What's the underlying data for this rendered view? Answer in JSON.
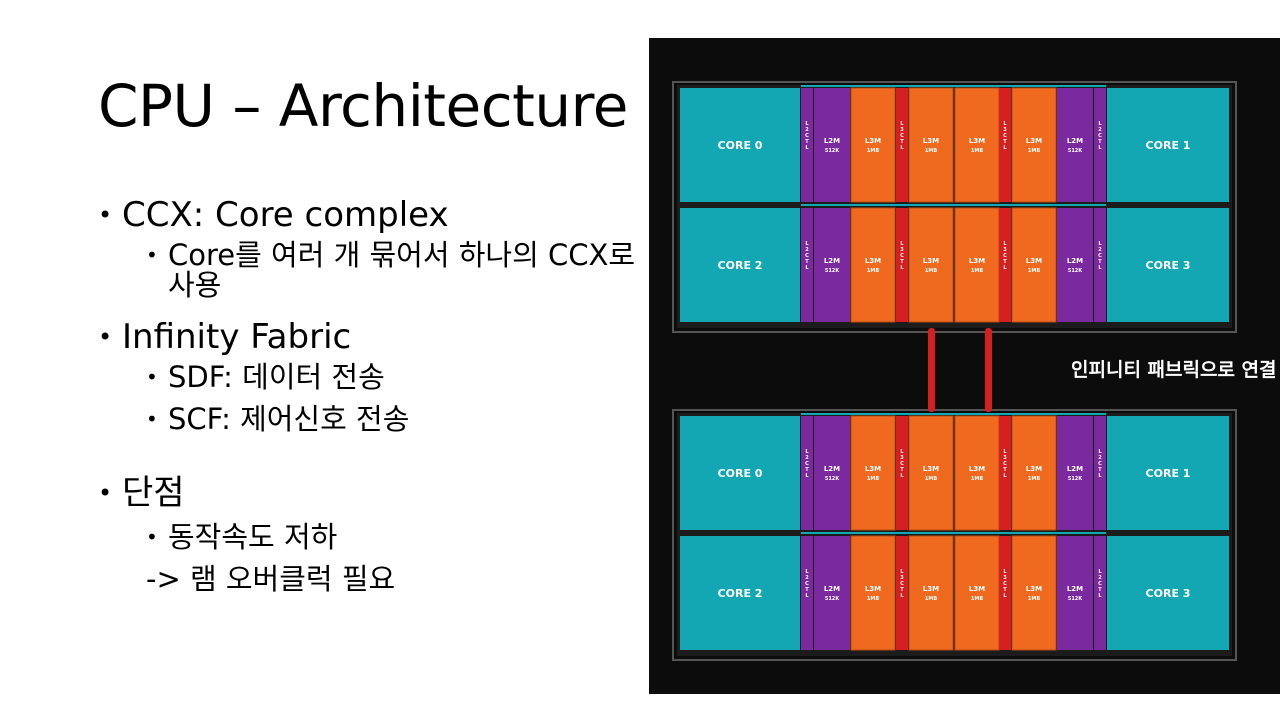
{
  "slide": {
    "title": "CPU – Architecture",
    "bullets": [
      {
        "text": "CCX: Core complex",
        "sub": [
          "Core를 여러 개 묶어서 하나의 CCX로 사용"
        ]
      },
      {
        "text": "Infinity Fabric",
        "sub": [
          "SDF: 데이터 전송",
          "SCF: 제어신호 전송"
        ]
      },
      {
        "text": "단점",
        "sub": [
          "동작속도 저하"
        ],
        "note": "-> 램 오버클럭 필요"
      }
    ]
  },
  "diagram": {
    "link_label": "인피니티 패브릭으로 연결",
    "core_labels": [
      "CORE 0",
      "CORE 1",
      "CORE 2",
      "CORE 3"
    ],
    "l2_label": "L2M",
    "l2_size": "512K",
    "l3_label": "L3M",
    "l3_size": "1MB",
    "ctl_label": "L2CTL",
    "l3ctl_label": "L3CTL",
    "colors": {
      "core": "#12a7b3",
      "l2": "#7a2a9e",
      "l3": "#ef6a1e",
      "ctl": "#d42020",
      "fabric": "#d42020",
      "background": "#0c0c0c"
    }
  }
}
